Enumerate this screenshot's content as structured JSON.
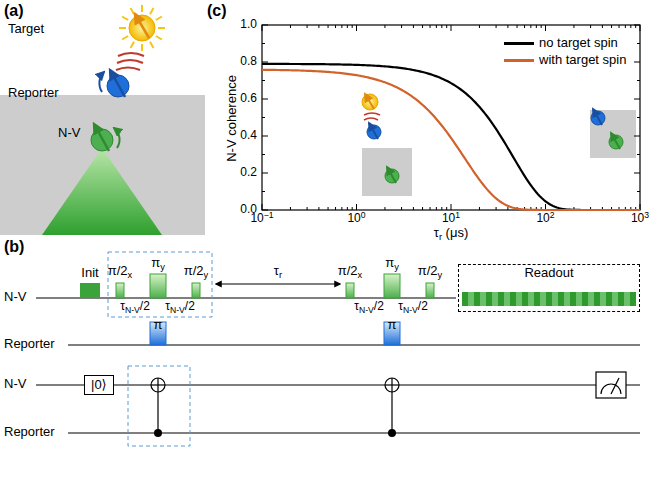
{
  "diagram": {
    "nodes": [
      {
        "text": [
          "Readout"
        ]
      },
      {
        "text": [
          "|0⟩"
        ]
      }
    ],
    "labels": [
      "(a)",
      "Target",
      "Reporter",
      "N-V",
      "(b)",
      "Init",
      "π/2x",
      "τN-V/2",
      "πy",
      "τN-V/2",
      "π/2y",
      "τr",
      "π/2x",
      "τN-V/2",
      "πy",
      "τN-V/2",
      "π/2y",
      "N-V",
      "Reporter",
      "π",
      "π",
      "N-V",
      "Reporter",
      "(c)",
      "N-V coherence",
      "τr (μs)",
      "0.0",
      "0.2",
      "0.4",
      "0.6",
      "0.8",
      "1.0",
      "10−1",
      "100",
      "101",
      "102",
      "103"
    ],
    "legend": [
      {
        "text": "no target spin",
        "color": "#000000"
      },
      {
        "text": "with target spin",
        "color": "#d2622a"
      }
    ]
  }
}
